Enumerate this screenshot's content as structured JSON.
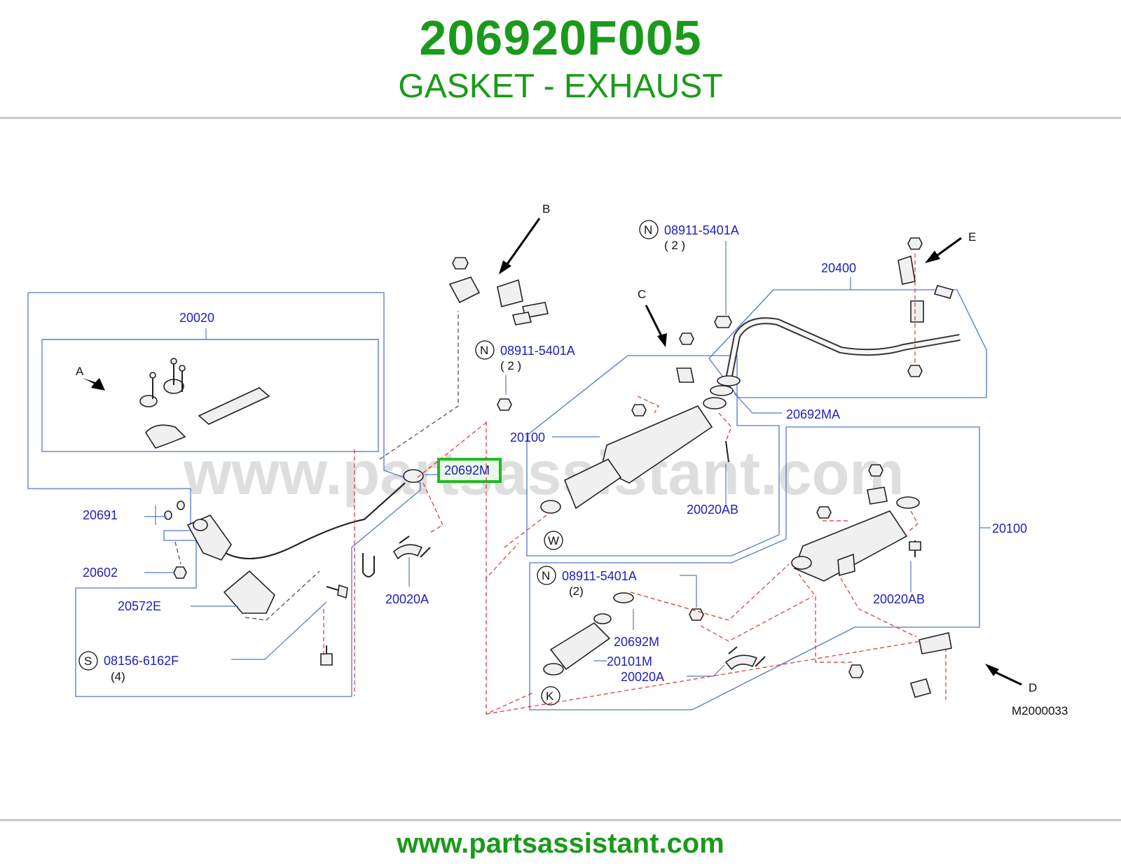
{
  "header": {
    "part_number": "206920F005",
    "part_name": "GASKET - EXHAUST"
  },
  "footer": {
    "site": "www.partsassistant.com"
  },
  "watermark": "www.partsassistant.com",
  "diagram": {
    "code": "M2000033",
    "highlighted_label": "20692M",
    "highlight_color": "#22bb22",
    "view_letters": {
      "a": "A",
      "b": "B",
      "c": "C",
      "d": "D",
      "e": "E"
    },
    "sub_views": {
      "w": "W",
      "k": "K"
    },
    "prefix": {
      "n": "N",
      "s": "S"
    },
    "labels": {
      "p20020": "20020",
      "p20691": "20691",
      "p20602": "20602",
      "p20572e": "20572E",
      "p08156": "08156-6162F",
      "p08156_qty": "(4)",
      "p08911_mid": "08911-5401A",
      "p08911_mid_qty": "( 2 )",
      "p08911_top": "08911-5401A",
      "p08911_top_qty": "( 2 )",
      "p08911_low": "08911-5401A",
      "p08911_low_qty": "(2)",
      "p20020a_left": "20020A",
      "p20020a_low": "20020A",
      "p20100_upper": "20100",
      "p20100_right": "20100",
      "p20020ab_upper": "20020AB",
      "p20020ab_right": "20020AB",
      "p20400": "20400",
      "p20692ma": "20692MA",
      "p20692m_low": "20692M",
      "p20101m": "20101M"
    }
  }
}
